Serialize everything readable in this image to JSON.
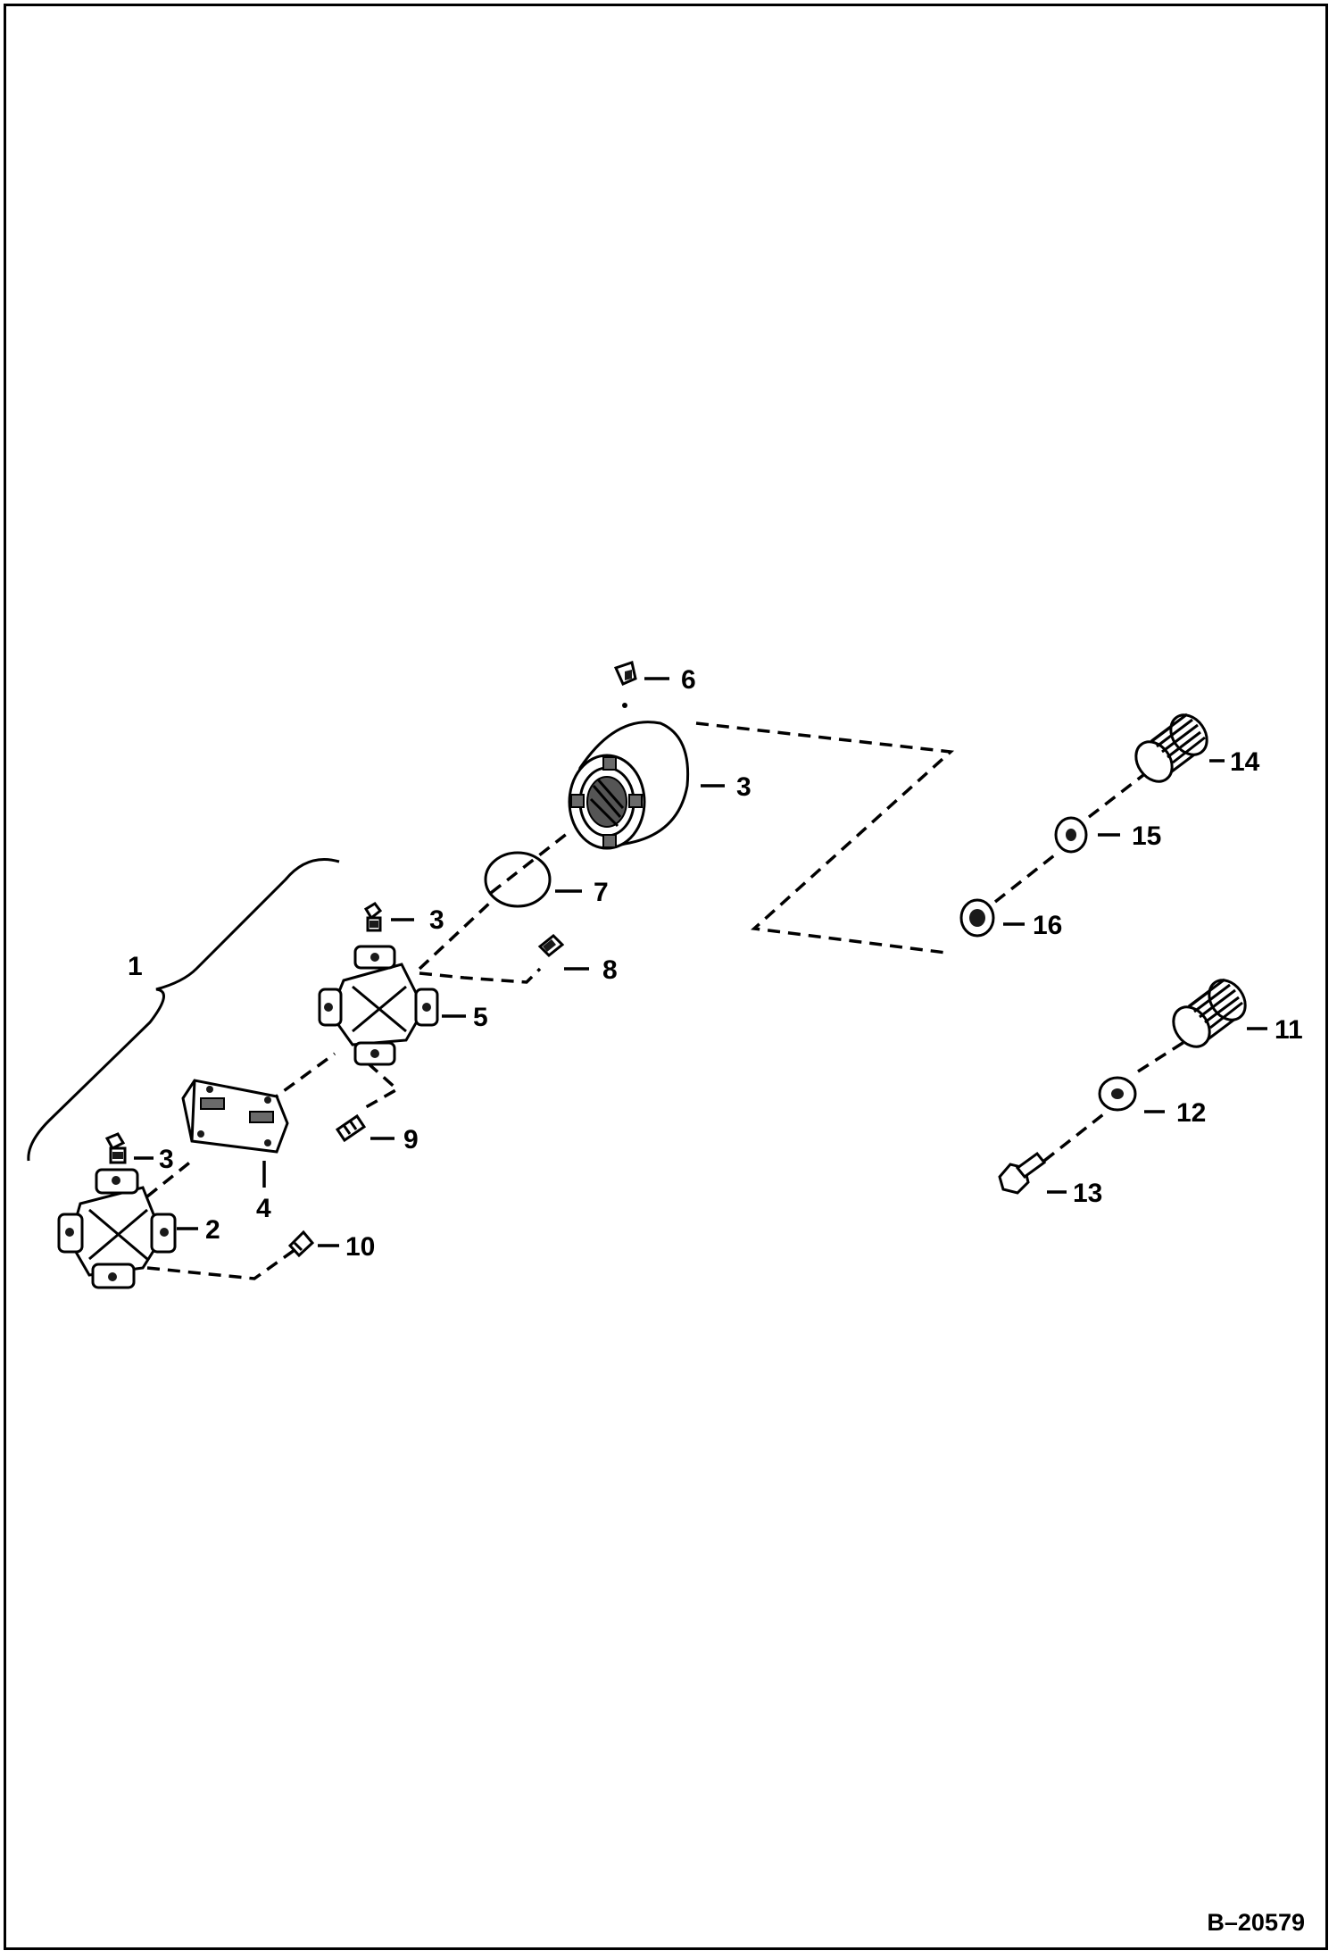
{
  "labels": {
    "l1": "1",
    "l2": "2",
    "l3_upper": "3",
    "l3_mid": "3",
    "l3_low": "3",
    "l4": "4",
    "l5": "5",
    "l6": "6",
    "l7": "7",
    "l8": "8",
    "l9": "9",
    "l10": "10",
    "l11": "11",
    "l12": "12",
    "l13": "13",
    "l14": "14",
    "l15": "15",
    "l16": "16"
  },
  "reference": "B–20579"
}
